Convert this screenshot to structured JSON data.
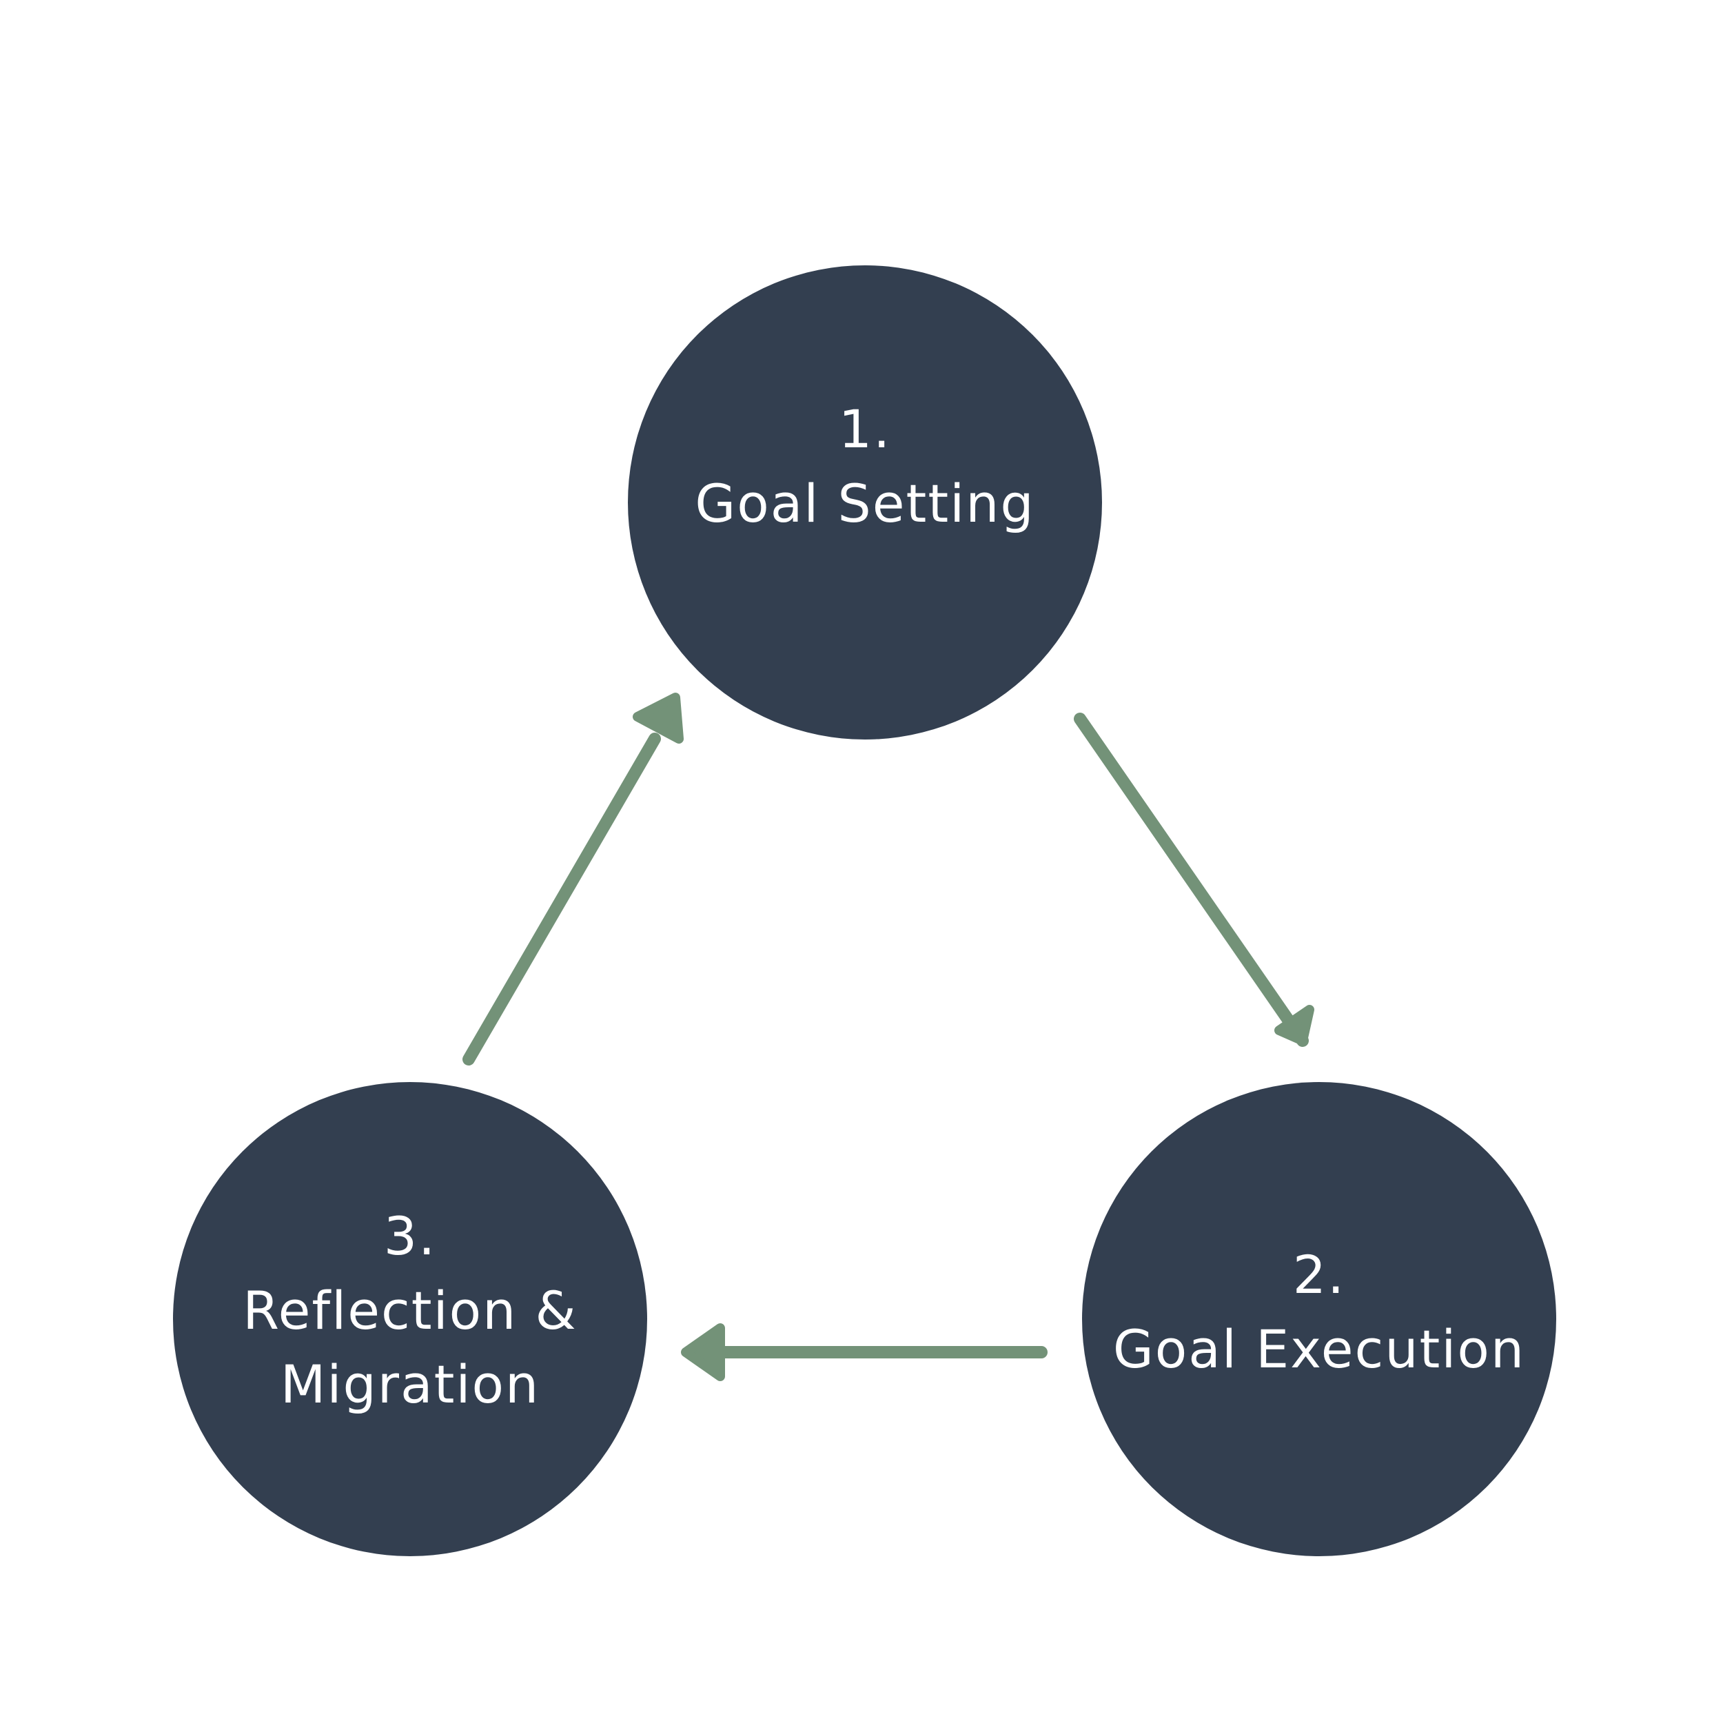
{
  "colors": {
    "background": "#ffffff",
    "node_fill": "#333f50",
    "node_text": "#ffffff",
    "arrow": "#739278"
  },
  "nodes": [
    {
      "id": "goal-setting",
      "number": "1.",
      "label": "Goal Setting"
    },
    {
      "id": "goal-execution",
      "number": "2.",
      "label": "Goal Execution"
    },
    {
      "id": "reflection-migration",
      "number": "3.",
      "label": "Reflection & Migration"
    }
  ],
  "edges": [
    {
      "from": "goal-setting",
      "to": "goal-execution"
    },
    {
      "from": "goal-execution",
      "to": "reflection-migration"
    },
    {
      "from": "reflection-migration",
      "to": "goal-setting"
    }
  ]
}
